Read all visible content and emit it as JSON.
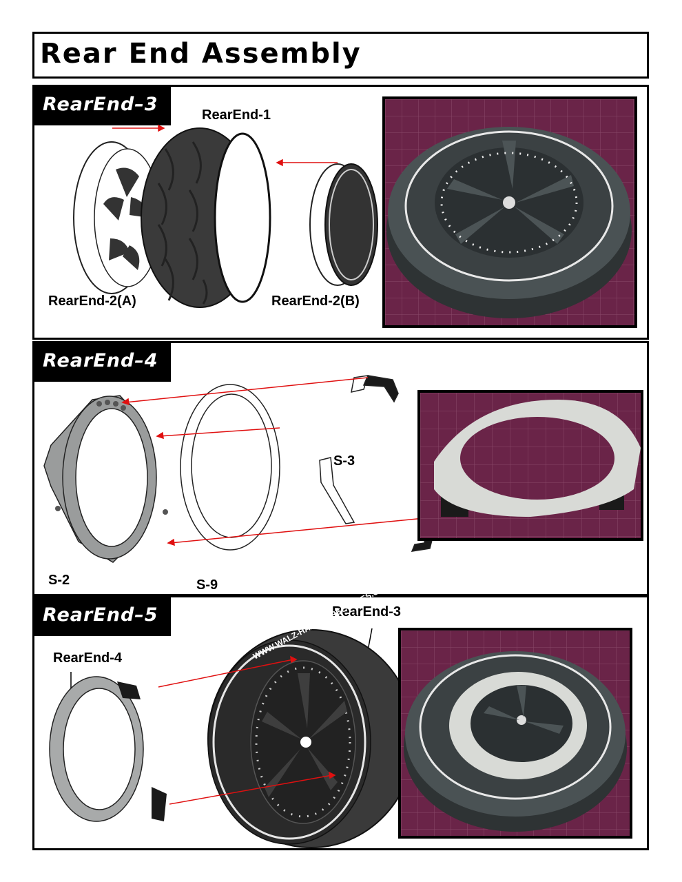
{
  "page": {
    "title": "Rear End Assembly"
  },
  "steps": [
    {
      "tag": "RearEnd–3",
      "labels": {
        "top": "RearEnd-1",
        "left": "RearEnd-2(A)",
        "right": "RearEnd-2(B)"
      }
    },
    {
      "tag": "RearEnd–4",
      "labels": {
        "s3": "S-3",
        "s2": "S-2",
        "s9": "S-9"
      }
    },
    {
      "tag": "RearEnd–5",
      "labels": {
        "tire": "RearEnd-3",
        "rotor": "RearEnd-4"
      },
      "tire_text": "WWW.WALZ-HARDCORECYCLES.COM"
    }
  ],
  "colors": {
    "arrow": "#e01010",
    "mat": "#6a2448",
    "tire": "#3e4446",
    "rotor": "#c8cac8"
  }
}
